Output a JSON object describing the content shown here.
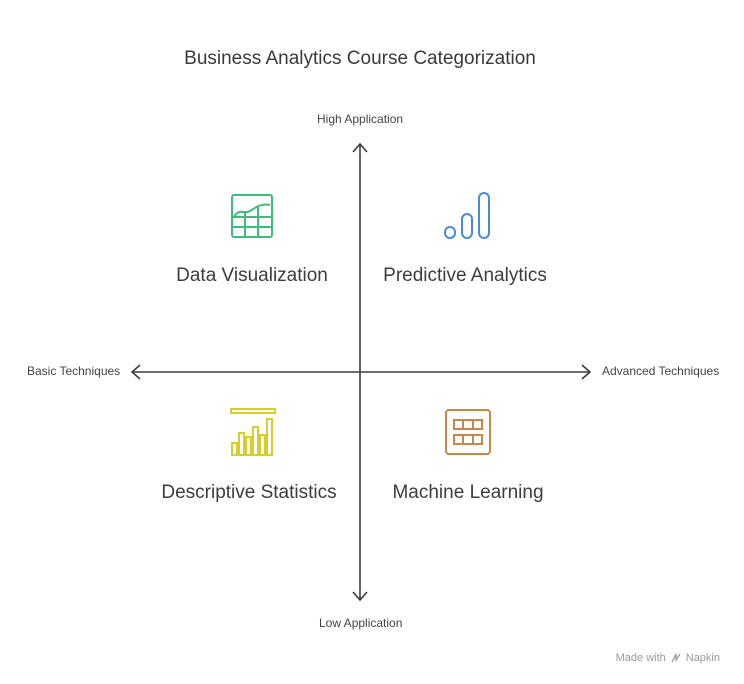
{
  "title": "Business Analytics Course Categorization",
  "axes": {
    "top": "High Application",
    "bottom": "Low Application",
    "left": "Basic Techniques",
    "right": "Advanced Techniques"
  },
  "quadrants": {
    "top_left": {
      "label": "Data Visualization",
      "icon": "grid-chart-icon",
      "color": "#3dbb7a"
    },
    "top_right": {
      "label": "Predictive Analytics",
      "icon": "bar-signal-icon",
      "color": "#4a8ad8"
    },
    "bottom_left": {
      "label": "Descriptive Statistics",
      "icon": "bar-chart-icon",
      "color": "#d6cf2a"
    },
    "bottom_right": {
      "label": "Machine Learning",
      "icon": "cabinet-icon",
      "color": "#c8874a"
    }
  },
  "footer": {
    "made_with": "Made with",
    "brand": "Napkin"
  }
}
